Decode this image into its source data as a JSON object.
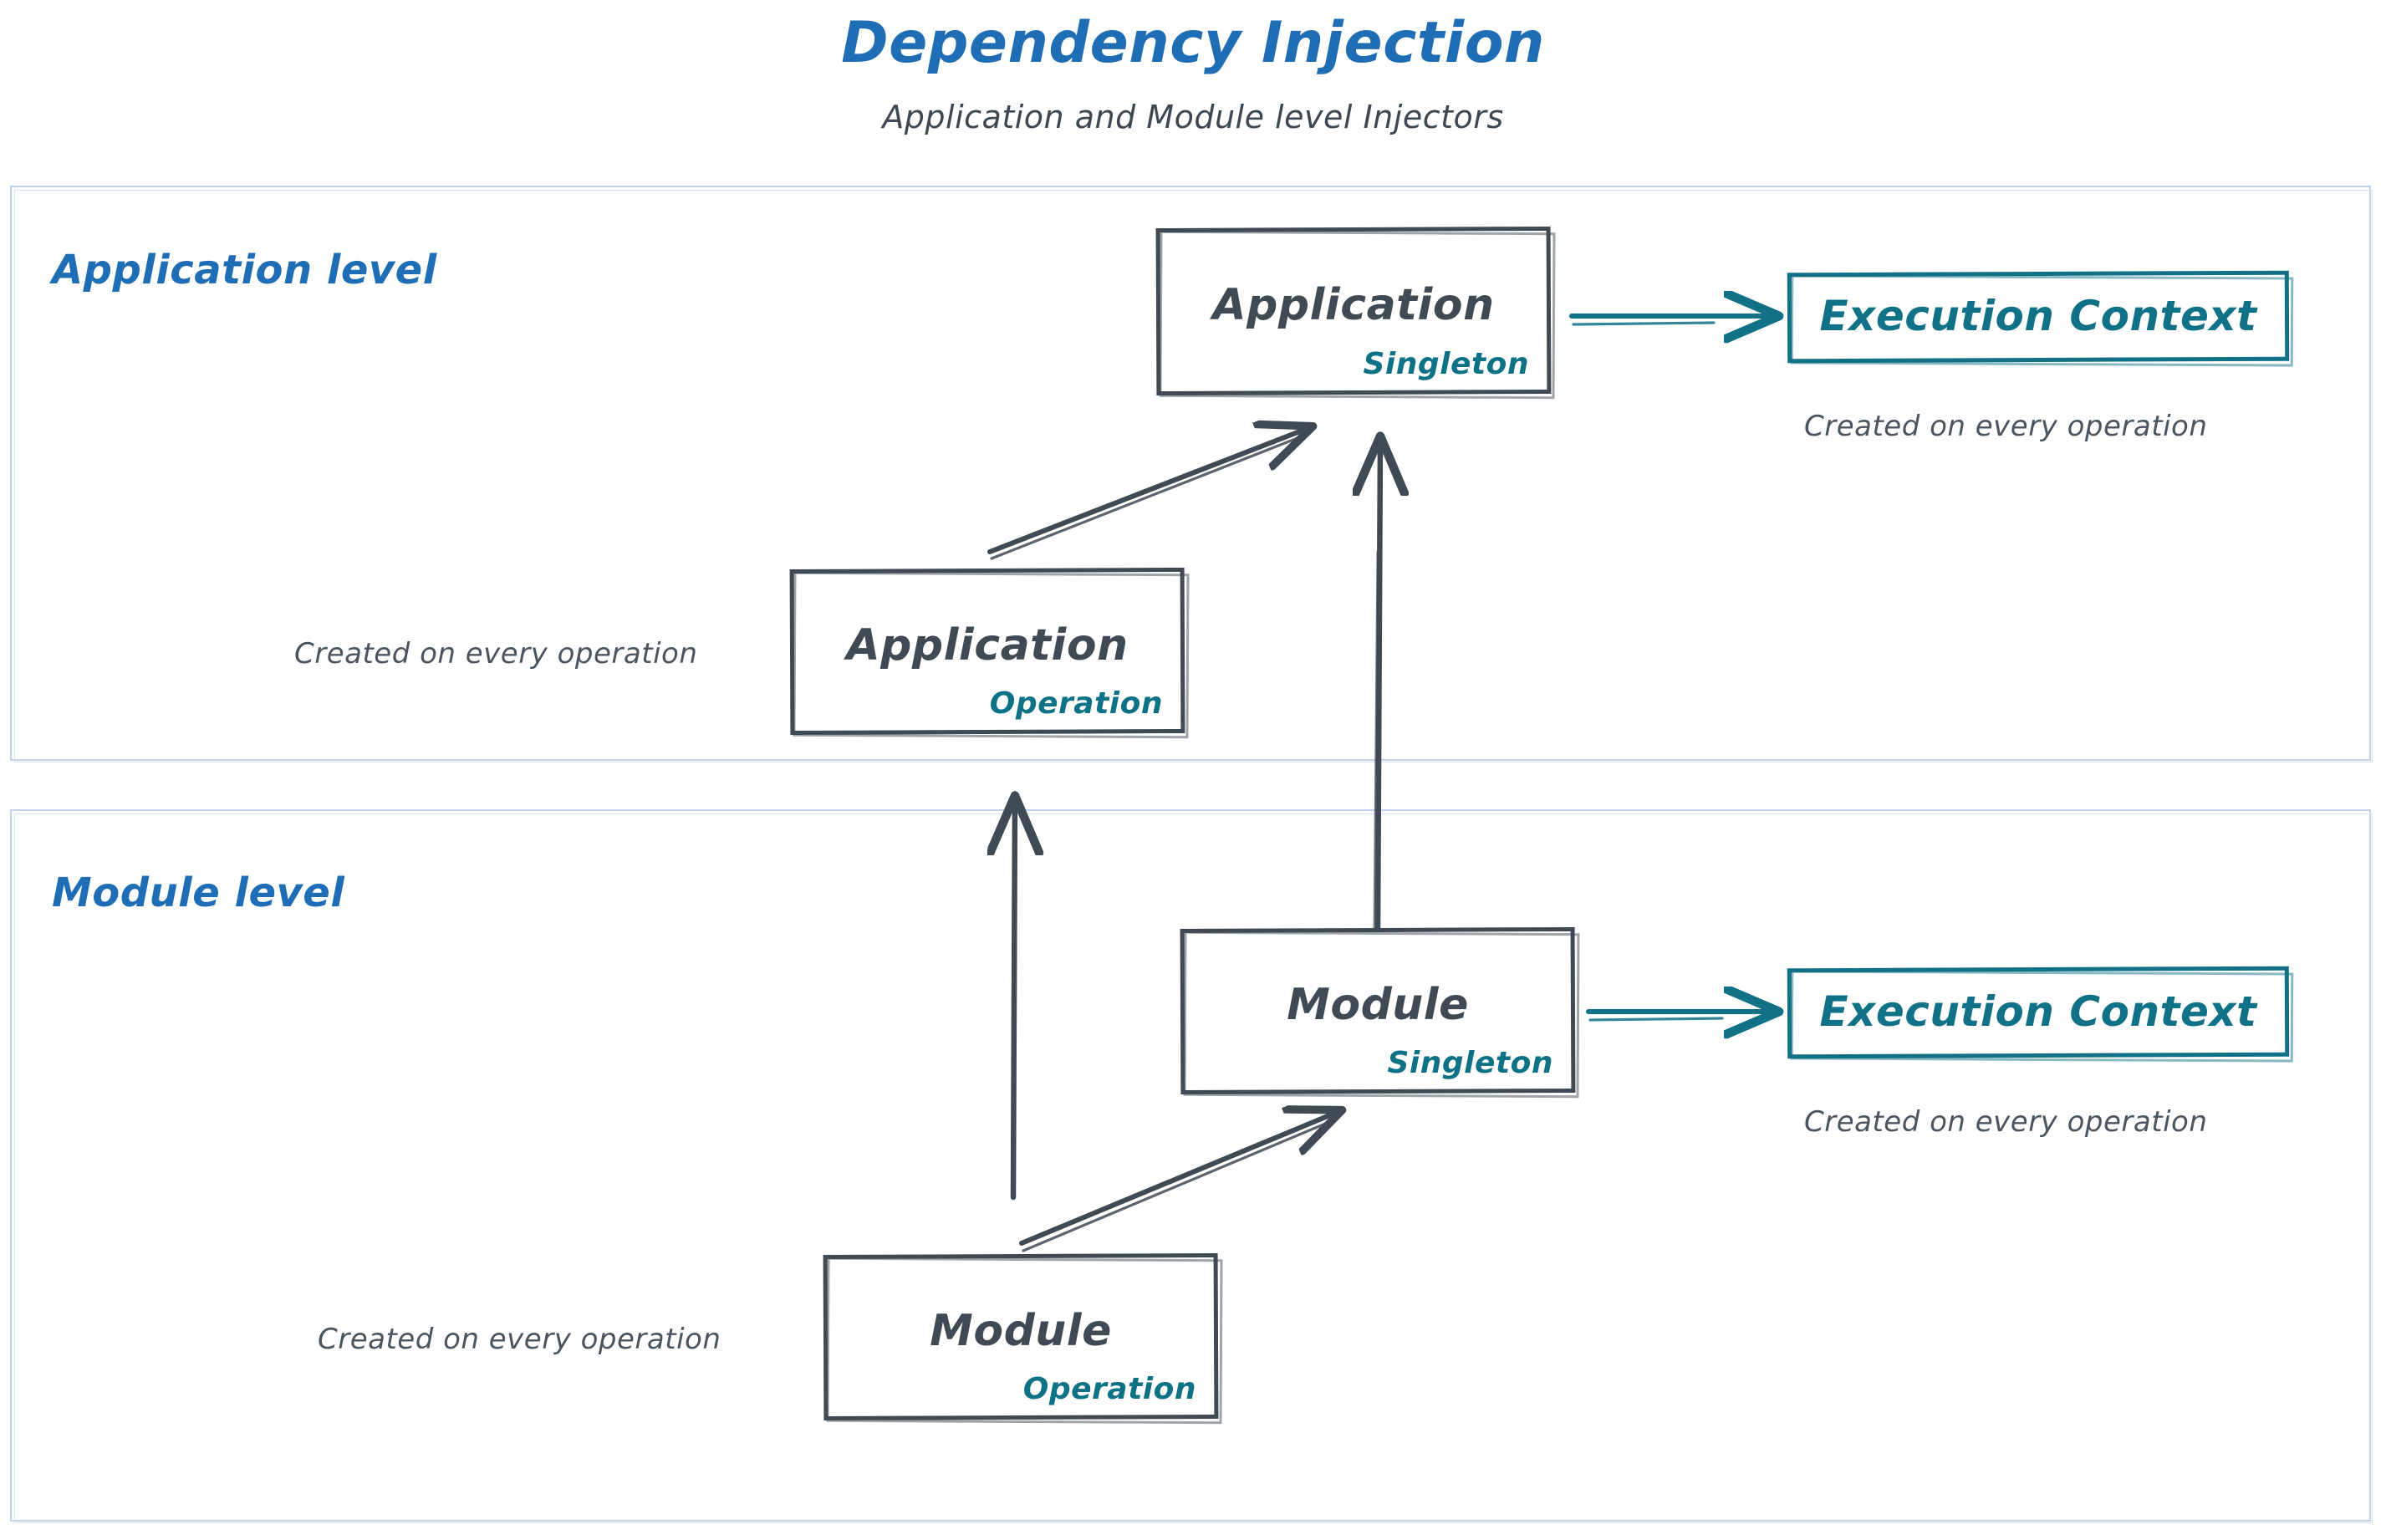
{
  "header": {
    "title": "Dependency Injection",
    "subtitle": "Application and Module level Injectors",
    "title_color": "#1f6eb5",
    "subtitle_color": "#3d4852"
  },
  "colors": {
    "panel_border": "#bdd4ea",
    "node_stroke": "#3f4a54",
    "accent_teal": "#117187",
    "scope_teal": "#0d7285",
    "note_gray": "#4a5560",
    "label_blue": "#1f6eb5"
  },
  "panels": [
    {
      "id": "application-level",
      "label": "Application level"
    },
    {
      "id": "module-level",
      "label": "Module level"
    }
  ],
  "nodes": [
    {
      "id": "application-singleton",
      "title": "Application",
      "scope": "Singleton",
      "style": "dark"
    },
    {
      "id": "application-operation",
      "title": "Application",
      "scope": "Operation",
      "style": "dark"
    },
    {
      "id": "execution-context-application",
      "title": "Execution Context",
      "scope": "",
      "style": "teal"
    },
    {
      "id": "module-singleton",
      "title": "Module",
      "scope": "Singleton",
      "style": "dark"
    },
    {
      "id": "module-operation",
      "title": "Module",
      "scope": "Operation",
      "style": "dark"
    },
    {
      "id": "execution-context-module",
      "title": "Execution Context",
      "scope": "",
      "style": "teal"
    }
  ],
  "notes": [
    {
      "id": "note-exec-context-application",
      "text": "Created on every operation"
    },
    {
      "id": "note-application-operation",
      "text": "Created on every operation"
    },
    {
      "id": "note-exec-context-module",
      "text": "Created on every operation"
    },
    {
      "id": "note-module-operation",
      "text": "Created on every operation"
    }
  ],
  "edges": [
    {
      "id": "edge-application-operation-to-application-singleton",
      "from": "application-operation",
      "to": "application-singleton",
      "color": "#3f4a54",
      "style": "diagonal"
    },
    {
      "id": "edge-module-singleton-to-application-singleton",
      "from": "module-singleton",
      "to": "application-singleton",
      "color": "#3f4a54",
      "style": "vertical"
    },
    {
      "id": "edge-application-singleton-to-execution-context",
      "from": "application-singleton",
      "to": "execution-context-application",
      "color": "#117187",
      "style": "horizontal"
    },
    {
      "id": "edge-module-operation-to-module-singleton",
      "from": "module-operation",
      "to": "module-singleton",
      "color": "#3f4a54",
      "style": "diagonal"
    },
    {
      "id": "edge-module-operation-to-application-operation",
      "from": "module-operation",
      "to": "application-operation",
      "color": "#3f4a54",
      "style": "vertical"
    },
    {
      "id": "edge-module-singleton-to-execution-context",
      "from": "module-singleton",
      "to": "execution-context-module",
      "color": "#117187",
      "style": "horizontal"
    }
  ]
}
